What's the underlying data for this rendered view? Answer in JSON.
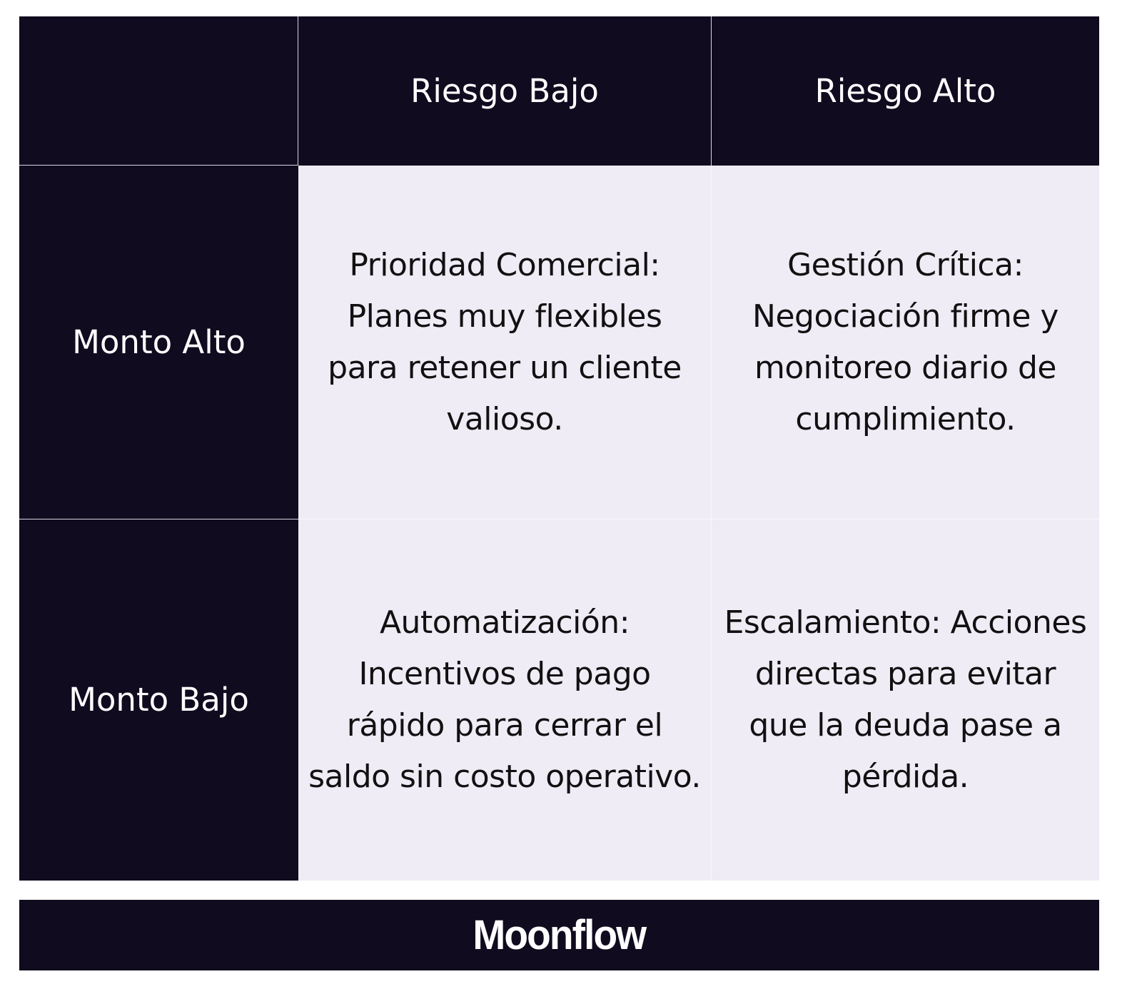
{
  "matrix": {
    "corner": "",
    "columns": [
      {
        "label": "Riesgo Bajo"
      },
      {
        "label": "Riesgo Alto"
      }
    ],
    "rows": [
      {
        "label": "Monto Alto",
        "cells": [
          {
            "text": "Prioridad Comercial: Planes muy flexibles para retener un cliente valioso."
          },
          {
            "text": "Gestión Crítica: Negociación firme y monitoreo diario de cumplimiento."
          }
        ]
      },
      {
        "label": "Monto Bajo",
        "cells": [
          {
            "text": "Automatización: Incentivos de pago rápido para cerrar el saldo sin costo operativo."
          },
          {
            "text": "Escalamiento: Acciones directas para evitar que la deuda pase a pérdida."
          }
        ]
      }
    ]
  },
  "footer": {
    "brand": "Moonflow"
  },
  "colors": {
    "dark": "#100b1f",
    "light": "#efecf6",
    "text_dark": "#111111",
    "text_light": "#ffffff"
  }
}
